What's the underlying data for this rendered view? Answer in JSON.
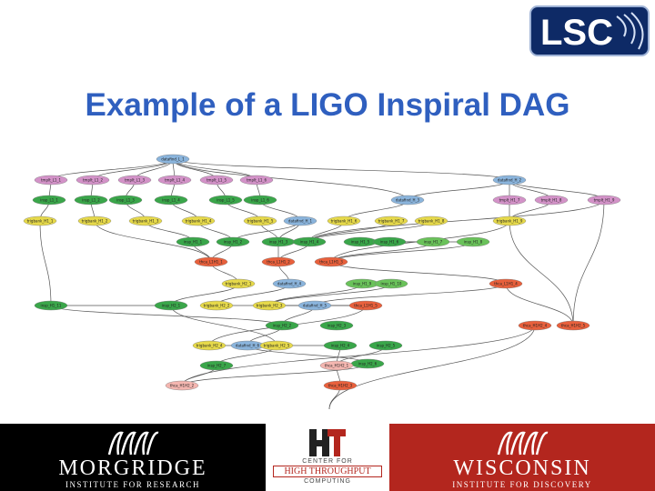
{
  "slide": {
    "title": "Example of a LIGO Inspiral DAG"
  },
  "logo": {
    "text": "LSC"
  },
  "footer": {
    "left": {
      "name": "MORGRIDGE",
      "tagline": "INSTITUTE FOR RESEARCH"
    },
    "center": {
      "line1": "CENTER FOR",
      "line2": "HIGH THROUGHPUT",
      "line3": "COMPUTING"
    },
    "right": {
      "name": "WISCONSIN",
      "tagline": "INSTITUTE FOR DISCOVERY"
    }
  },
  "colors": {
    "title": "#2f5fbf",
    "pink": "#d392c8",
    "green": "#3aa64a",
    "yellow": "#e6d94a",
    "blue": "#8ab4dc",
    "red": "#e8603c",
    "salmon": "#f4b6b0",
    "light_green": "#6ac25a"
  },
  "dag_nodes": [
    {
      "label": "datafind_L_1",
      "color": "blue"
    },
    {
      "label": "tmplt_L1_1",
      "color": "pink"
    },
    {
      "label": "tmplt_L1_2",
      "color": "pink"
    },
    {
      "label": "tmplt_L1_3",
      "color": "pink"
    },
    {
      "label": "tmplt_L1_4",
      "color": "pink"
    },
    {
      "label": "tmplt_L1_5",
      "color": "pink"
    },
    {
      "label": "tmplt_L1_6",
      "color": "pink"
    },
    {
      "label": "datafind_H_2",
      "color": "blue"
    },
    {
      "label": "insp_L1_1",
      "color": "green"
    },
    {
      "label": "insp_L1_2",
      "color": "green"
    },
    {
      "label": "insp_L1_3",
      "color": "green"
    },
    {
      "label": "insp_L1_4",
      "color": "green"
    },
    {
      "label": "insp_L1_5",
      "color": "green"
    },
    {
      "label": "insp_L1_6",
      "color": "green"
    },
    {
      "label": "datafind_H_3",
      "color": "blue"
    },
    {
      "label": "tmplt_H1_7",
      "color": "pink"
    },
    {
      "label": "tmplt_H1_8",
      "color": "pink"
    },
    {
      "label": "tmplt_H1_9",
      "color": "pink"
    },
    {
      "label": "trigbank_H1_1",
      "color": "yellow"
    },
    {
      "label": "trigbank_H1_2",
      "color": "yellow"
    },
    {
      "label": "trigbank_H1_3",
      "color": "yellow"
    },
    {
      "label": "trigbank_H1_4",
      "color": "yellow"
    },
    {
      "label": "trigbank_H1_5",
      "color": "yellow"
    },
    {
      "label": "datafind_H_1",
      "color": "blue"
    },
    {
      "label": "trigbank_H1_6",
      "color": "yellow"
    },
    {
      "label": "insp_H1_1",
      "color": "green"
    },
    {
      "label": "insp_H1_2",
      "color": "green"
    },
    {
      "label": "insp_H1_3",
      "color": "green"
    },
    {
      "label": "trigbank_H1_7",
      "color": "yellow"
    },
    {
      "label": "trigbank_H1_8",
      "color": "yellow"
    },
    {
      "label": "trigbank_H1_9",
      "color": "yellow"
    },
    {
      "label": "insp_H1_4",
      "color": "green"
    },
    {
      "label": "insp_H1_5",
      "color": "green"
    },
    {
      "label": "insp_H1_6",
      "color": "green"
    },
    {
      "label": "thca_L1H1_1",
      "color": "red"
    },
    {
      "label": "thca_L1H1_2",
      "color": "red"
    },
    {
      "label": "insp_H1_7",
      "color": "light_green"
    },
    {
      "label": "insp_H1_8",
      "color": "light_green"
    },
    {
      "label": "thca_L1H1_3",
      "color": "red"
    },
    {
      "label": "trigbank_H2_1",
      "color": "yellow"
    },
    {
      "label": "datafind_H_4",
      "color": "blue"
    },
    {
      "label": "insp_H1_9",
      "color": "light_green"
    },
    {
      "label": "insp_H1_10",
      "color": "light_green"
    },
    {
      "label": "thca_L1H1_4",
      "color": "red"
    },
    {
      "label": "insp_H1_11",
      "color": "green"
    },
    {
      "label": "insp_H2_1",
      "color": "green"
    },
    {
      "label": "trigbank_H2_2",
      "color": "yellow"
    },
    {
      "label": "trigbank_H2_3",
      "color": "yellow"
    },
    {
      "label": "datafind_H_5",
      "color": "blue"
    },
    {
      "label": "thca_L1H1_5",
      "color": "red"
    },
    {
      "label": "insp_H2_2",
      "color": "green"
    },
    {
      "label": "insp_H2_3",
      "color": "green"
    },
    {
      "label": "trigbank_H2_4",
      "color": "yellow"
    },
    {
      "label": "datafind_H_6",
      "color": "blue"
    },
    {
      "label": "trigbank_H2_5",
      "color": "yellow"
    },
    {
      "label": "insp_H2_4",
      "color": "green"
    },
    {
      "label": "insp_H2_5",
      "color": "green"
    },
    {
      "label": "insp_H2_6",
      "color": "green"
    },
    {
      "label": "insp_H2_7",
      "color": "green"
    },
    {
      "label": "thca_H1H2_1",
      "color": "salmon"
    },
    {
      "label": "thca_H1H2_2",
      "color": "salmon"
    },
    {
      "label": "thca_H1H2_3",
      "color": "red"
    },
    {
      "label": "thca_H1H2_4",
      "color": "red"
    },
    {
      "label": "thca_H1H2_5",
      "color": "red"
    }
  ]
}
